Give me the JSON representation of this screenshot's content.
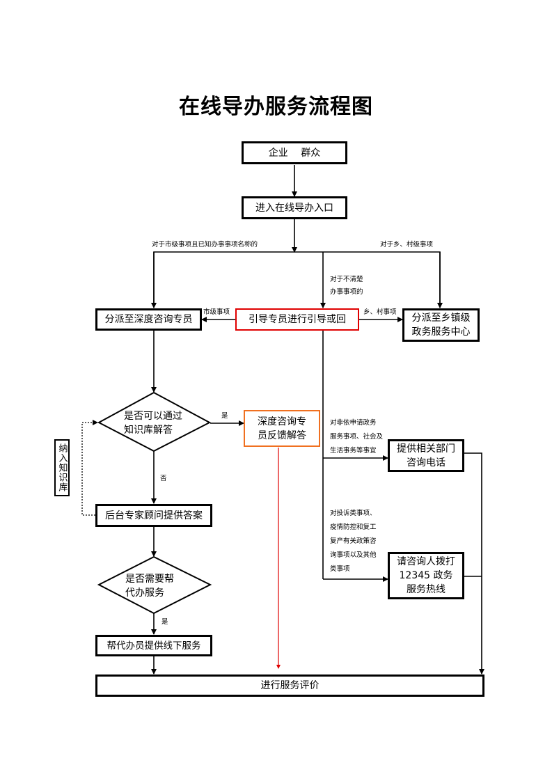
{
  "title": "在线导办服务流程图",
  "colors": {
    "line": "#000000",
    "highlight_red": "#e00000",
    "highlight_orange": "#f07020"
  },
  "nodes": {
    "start": "企业　 群众",
    "entry": "进入在线导办入口",
    "guide": "引导专员进行引导或回",
    "deep_consult": "分派至深度咨询专员",
    "town_center": "分派至乡镇级政务服务中心",
    "kb_decision": "是否可以通过知识库解答",
    "deep_feedback": "深度咨询专员反馈解答",
    "add_kb": "纳入知识库",
    "expert": "后台专家顾问提供答案",
    "proxy_decision": "是否需要帮代办服务",
    "proxy_service": "帮代办员提供线下服务",
    "dept_phone": "提供相关部门咨询电话",
    "hotline": "请咨询人拨打12345 政务服务热线",
    "evaluate": "进行服务评价"
  },
  "edge_labels": {
    "city_known": "对于市级事项且已知办事事项名称的",
    "town_village": "对于乡、村级事项",
    "unclear_1": "对于不清楚",
    "unclear_2": "办事事项的",
    "city": "市级事项",
    "village": "乡、村事项",
    "yes_kb": "是",
    "no_kb": "否",
    "yes_proxy": "是",
    "nonapp_1": "对非依申请政务",
    "nonapp_2": "服务事项、社会及",
    "nonapp_3": "生活事务等事宜",
    "complaint_1": "对投诉类事项、",
    "complaint_2": "疫情防控和复工",
    "complaint_3": "复产有关政策咨",
    "complaint_4": "询事项以及其他",
    "complaint_5": "类事项"
  }
}
